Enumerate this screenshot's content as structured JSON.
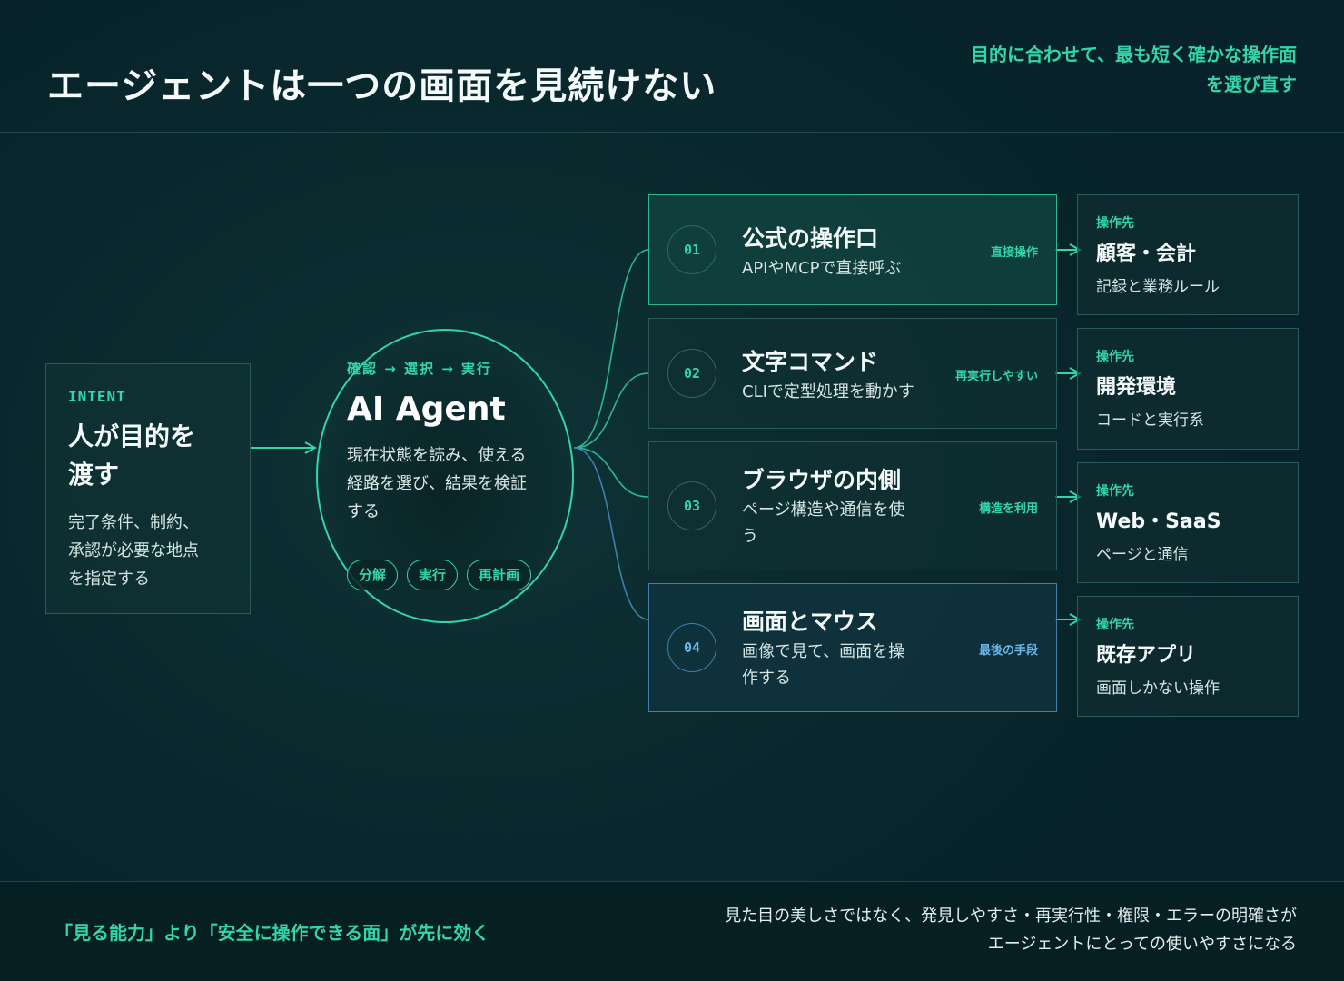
{
  "header": {
    "title": "エージェントは一つの画面を見続けない",
    "tagline_line1": "目的に合わせて、最も短く確かな操作面",
    "tagline_line2": "を選び直す"
  },
  "intent": {
    "tag": "INTENT",
    "title_line1": "人が目的を",
    "title_line2": "渡す",
    "desc_line1": "完了条件、制約、",
    "desc_line2": "承認が必要な地点",
    "desc_line3": "を指定する"
  },
  "agent": {
    "steps": "確認 → 選択 → 実行",
    "title": "AI Agent",
    "desc": "現在状態を読み、使える経路を選び、結果を検証する",
    "pills": [
      "分解",
      "実行",
      "再計画"
    ]
  },
  "paths": [
    {
      "num": "01",
      "title": "公式の操作口",
      "desc": "APIやMCPで直接呼ぶ",
      "tag": "直接操作"
    },
    {
      "num": "02",
      "title": "文字コマンド",
      "desc": "CLIで定型処理を動かす",
      "tag": "再実行しやすい"
    },
    {
      "num": "03",
      "title": "ブラウザの内側",
      "desc": "ページ構造や通信を使う",
      "tag": "構造を利用"
    },
    {
      "num": "04",
      "title": "画面とマウス",
      "desc": "画像で見て、画面を操作する",
      "tag": "最後の手段"
    }
  ],
  "targets": [
    {
      "label": "操作先",
      "title": "顧客・会計",
      "desc": "記録と業務ルール"
    },
    {
      "label": "操作先",
      "title": "開発環境",
      "desc": "コードと実行系"
    },
    {
      "label": "操作先",
      "title": "Web・SaaS",
      "desc": "ページと通信"
    },
    {
      "label": "操作先",
      "title": "既存アプリ",
      "desc": "画面しかない操作"
    }
  ],
  "footer": {
    "left": "「見る能力」より「安全に操作できる面」が先に効く",
    "right_line1": "見た目の美しさではなく、発見しやすさ・再実行性・権限・エラーの明確さが",
    "right_line2": "エージェントにとっての使いやすさになる"
  },
  "colors": {
    "accent": "#33d6a8",
    "accent_blue": "#6ab6e6",
    "background": "#07222a",
    "text": "#f4faf9"
  }
}
